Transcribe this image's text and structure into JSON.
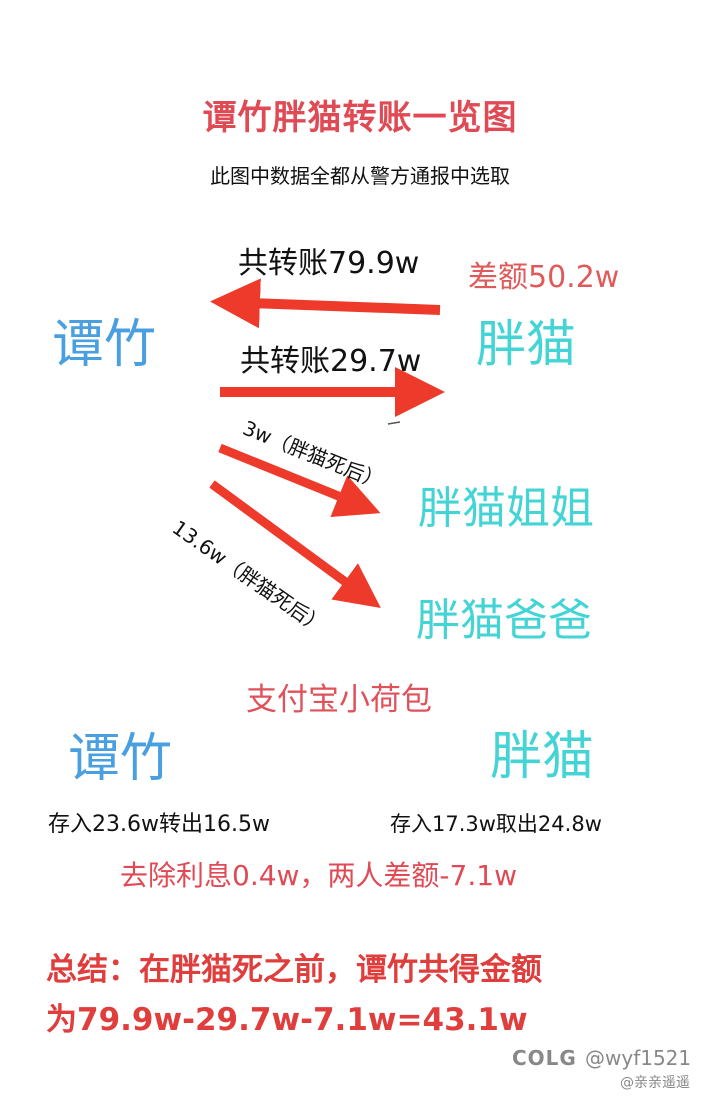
{
  "title": "谭竹胖猫转账一览图",
  "subtitle": "此图中数据全都从警方通报中选取",
  "transfer_top": {
    "label_left_arrow": "共转账79.9w",
    "diff": "差额50.2w",
    "label_right_arrow": "共转账29.7w",
    "left_party": "谭竹",
    "right_party": "胖猫"
  },
  "after_death": {
    "sister_amount": "3w（胖猫死后）",
    "sister": "胖猫姐姐",
    "father_amount": "13.6w（胖猫死后）",
    "father": "胖猫爸爸"
  },
  "alipay": {
    "heading": "支付宝小荷包",
    "left_party": "谭竹",
    "right_party": "胖猫",
    "left_flow": "存入23.6w转出16.5w",
    "right_flow": "存入17.3w取出24.8w",
    "interest_note": "去除利息0.4w，两人差额-7.1w"
  },
  "summary": {
    "line1": "总结：在胖猫死之前，谭竹共得金额",
    "line2": "为79.9w-29.7w-7.1w=43.1w"
  },
  "watermark": {
    "logo": "COLG",
    "handle": "@wyf1521",
    "sub": "@亲亲遥遥"
  },
  "colors": {
    "title_red": "#e04a54",
    "arrow_red": "#ee3a2a",
    "tan_blue": "#4a9fe0",
    "pangmao_cyan": "#45d4d6"
  }
}
